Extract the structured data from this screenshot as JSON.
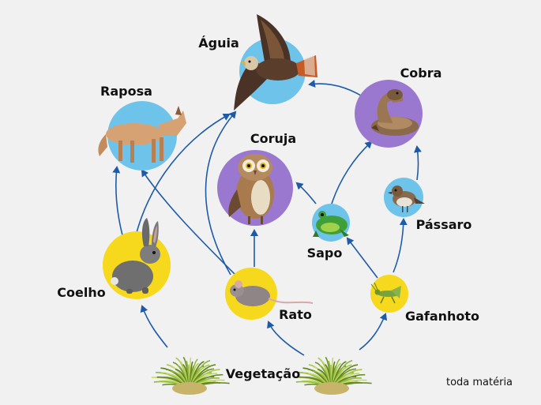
{
  "diagram": {
    "nodes": [
      {
        "id": "aguia",
        "label": "Águia",
        "icon": "eagle-icon",
        "circle_color": "#6ec3ea"
      },
      {
        "id": "raposa",
        "label": "Raposa",
        "icon": "fox-icon",
        "circle_color": "#6ec3ea"
      },
      {
        "id": "cobra",
        "label": "Cobra",
        "icon": "snake-icon",
        "circle_color": "#9a78cf"
      },
      {
        "id": "coruja",
        "label": "Coruja",
        "icon": "owl-icon",
        "circle_color": "#9a78cf"
      },
      {
        "id": "sapo",
        "label": "Sapo",
        "icon": "frog-icon",
        "circle_color": "#6ec3ea"
      },
      {
        "id": "passaro",
        "label": "Pássaro",
        "icon": "sparrow-icon",
        "circle_color": "#6ec3ea"
      },
      {
        "id": "coelho",
        "label": "Coelho",
        "icon": "rabbit-icon",
        "circle_color": "#f6d81c"
      },
      {
        "id": "rato",
        "label": "Rato",
        "icon": "mouse-icon",
        "circle_color": "#f6d81c"
      },
      {
        "id": "gafanhoto",
        "label": "Gafanhoto",
        "icon": "grasshopper-icon",
        "circle_color": "#f6d81c"
      },
      {
        "id": "vegetacao",
        "label": "Vegetação",
        "icon": "grass-icon",
        "circle_color": "#8dbb3a"
      }
    ],
    "edges": [
      {
        "from": "vegetacao",
        "to": "coelho"
      },
      {
        "from": "vegetacao",
        "to": "rato"
      },
      {
        "from": "vegetacao",
        "to": "gafanhoto"
      },
      {
        "from": "coelho",
        "to": "raposa"
      },
      {
        "from": "coelho",
        "to": "aguia"
      },
      {
        "from": "rato",
        "to": "raposa"
      },
      {
        "from": "rato",
        "to": "coruja"
      },
      {
        "from": "rato",
        "to": "aguia"
      },
      {
        "from": "gafanhoto",
        "to": "sapo"
      },
      {
        "from": "gafanhoto",
        "to": "passaro"
      },
      {
        "from": "sapo",
        "to": "coruja"
      },
      {
        "from": "sapo",
        "to": "cobra"
      },
      {
        "from": "passaro",
        "to": "cobra"
      },
      {
        "from": "cobra",
        "to": "aguia"
      }
    ],
    "arrow_color": "#1d5ba8"
  },
  "brand": "toda matéria"
}
